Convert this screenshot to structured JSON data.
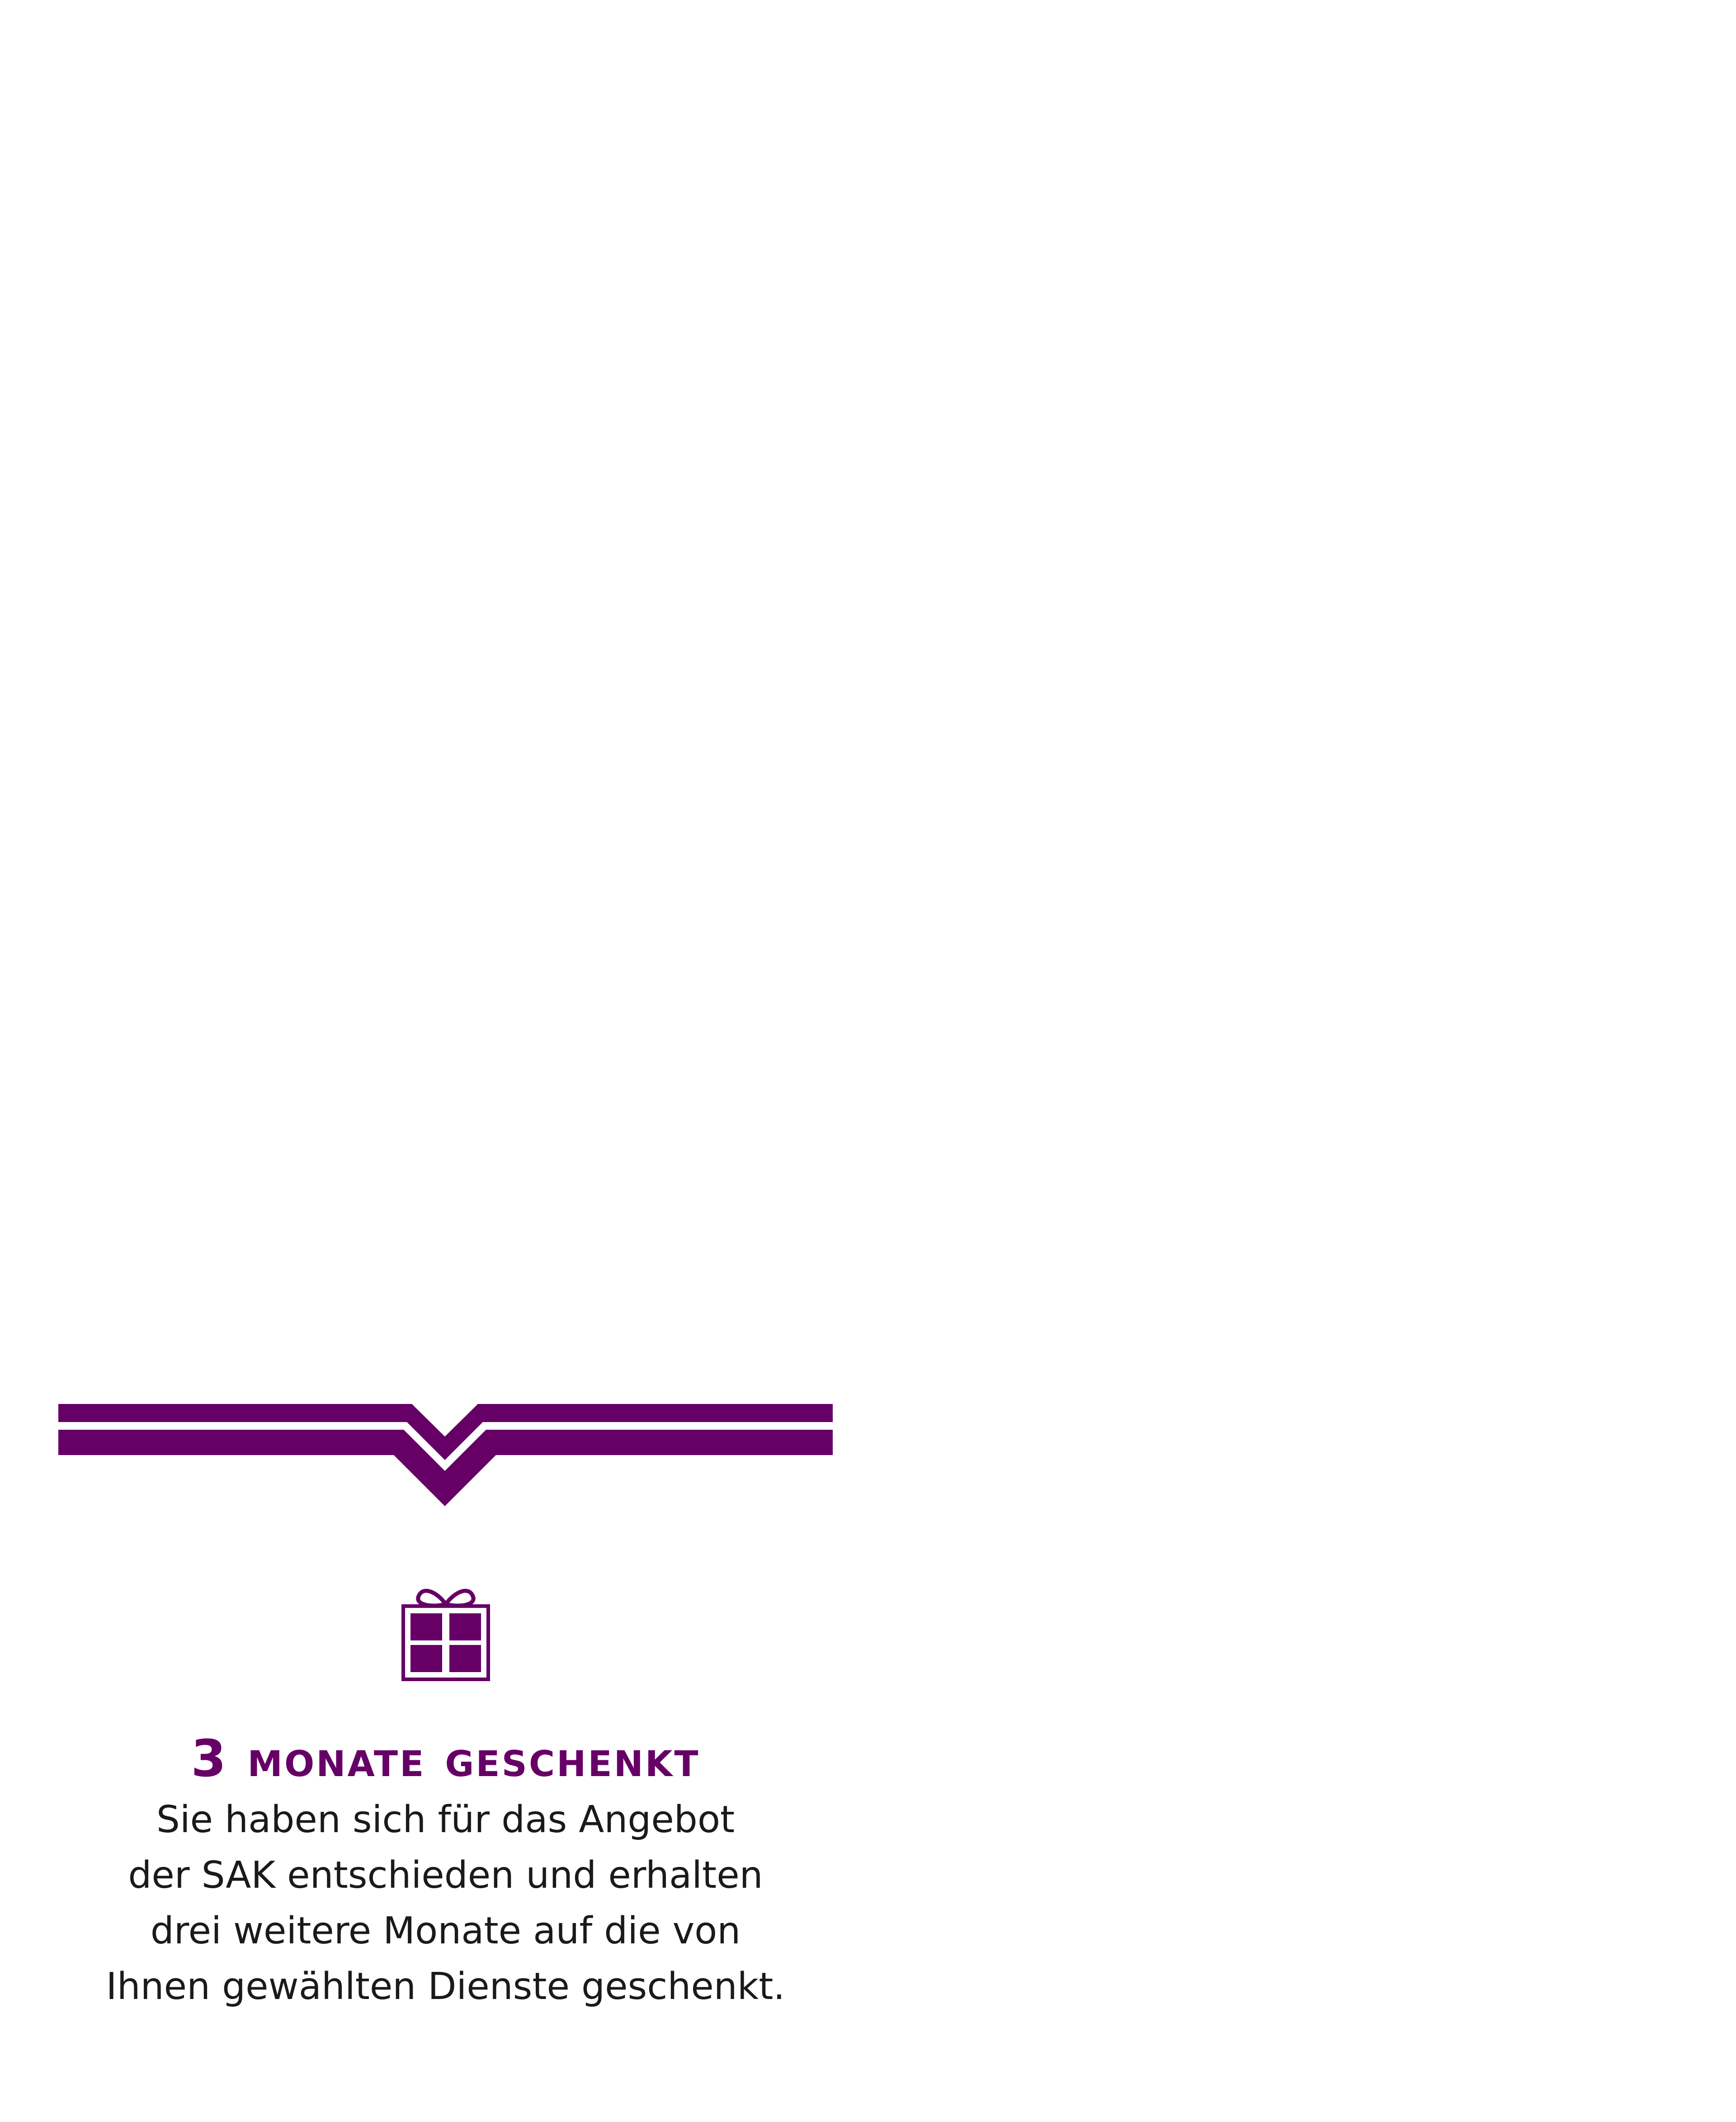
{
  "colors": {
    "accent": "#660066",
    "text": "#1a1a1a",
    "background": "#ffffff"
  },
  "icons": {
    "ribbon": "ribbon-divider-icon",
    "gift": "gift-icon"
  },
  "offer": {
    "title": "3 Monate geschenkt",
    "lines": [
      "Sie haben sich für das Angebot",
      "der SAK entschieden und erhalten",
      "drei weitere Monate auf die von",
      "Ihnen gewählten Dienste geschenkt."
    ]
  }
}
